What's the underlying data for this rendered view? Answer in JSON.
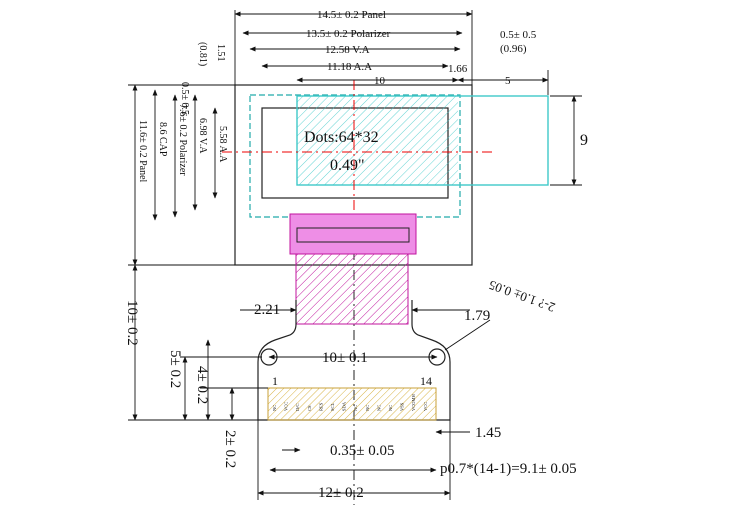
{
  "drawing": {
    "panel_width": "14.5± 0.2 Panel",
    "polarizer_width": "13.5± 0.2 Polarizer",
    "va_width": "12.58 V.A",
    "aa_width": "11.18 A.A",
    "offset_right_top": "0.5± 0.5",
    "offset_right_096": "(0.96)",
    "dim_166": "1.66",
    "dim_10_top": "10",
    "dim_5_top": "5",
    "dim_9_right": "9",
    "dots_label": "Dots:64*32",
    "size_label": "0.49\"",
    "vert_05": "0.5± 0.5",
    "vert_081": "(0.81)",
    "vert_151": "1.51",
    "vert_558": "5.58 A.A",
    "vert_698": "6.98 V.A",
    "vert_76": "7.6± 0.2 Polarizer",
    "vert_86": "8.6 CAP",
    "vert_116": "11.6± 0.2 Panel",
    "dim_221": "2.21",
    "dim_179": "1.79",
    "dim_10_hole": "10± 0.1",
    "dim_hole_dia": "2-? 1.0± 0.05",
    "pin_first": "1",
    "pin_last": "14",
    "pin_labels": [
      "NC",
      "VCC",
      "D/C",
      "CS",
      "RES",
      "SCL",
      "SDA",
      "NC",
      "NC",
      "NC",
      "NC",
      "VSS",
      "VCOMH",
      "VCC"
    ],
    "dim_10_side": "10± 0.2",
    "dim_5_side": "5± 0.2",
    "dim_4_side": "4± 0.2",
    "dim_2_side": "2± 0.2",
    "dim_145": "1.45",
    "dim_035": "0.35± 0.05",
    "dim_pitch": "p0.7*(14-1)=9.1± 0.05",
    "dim_12": "12± 0.2"
  }
}
